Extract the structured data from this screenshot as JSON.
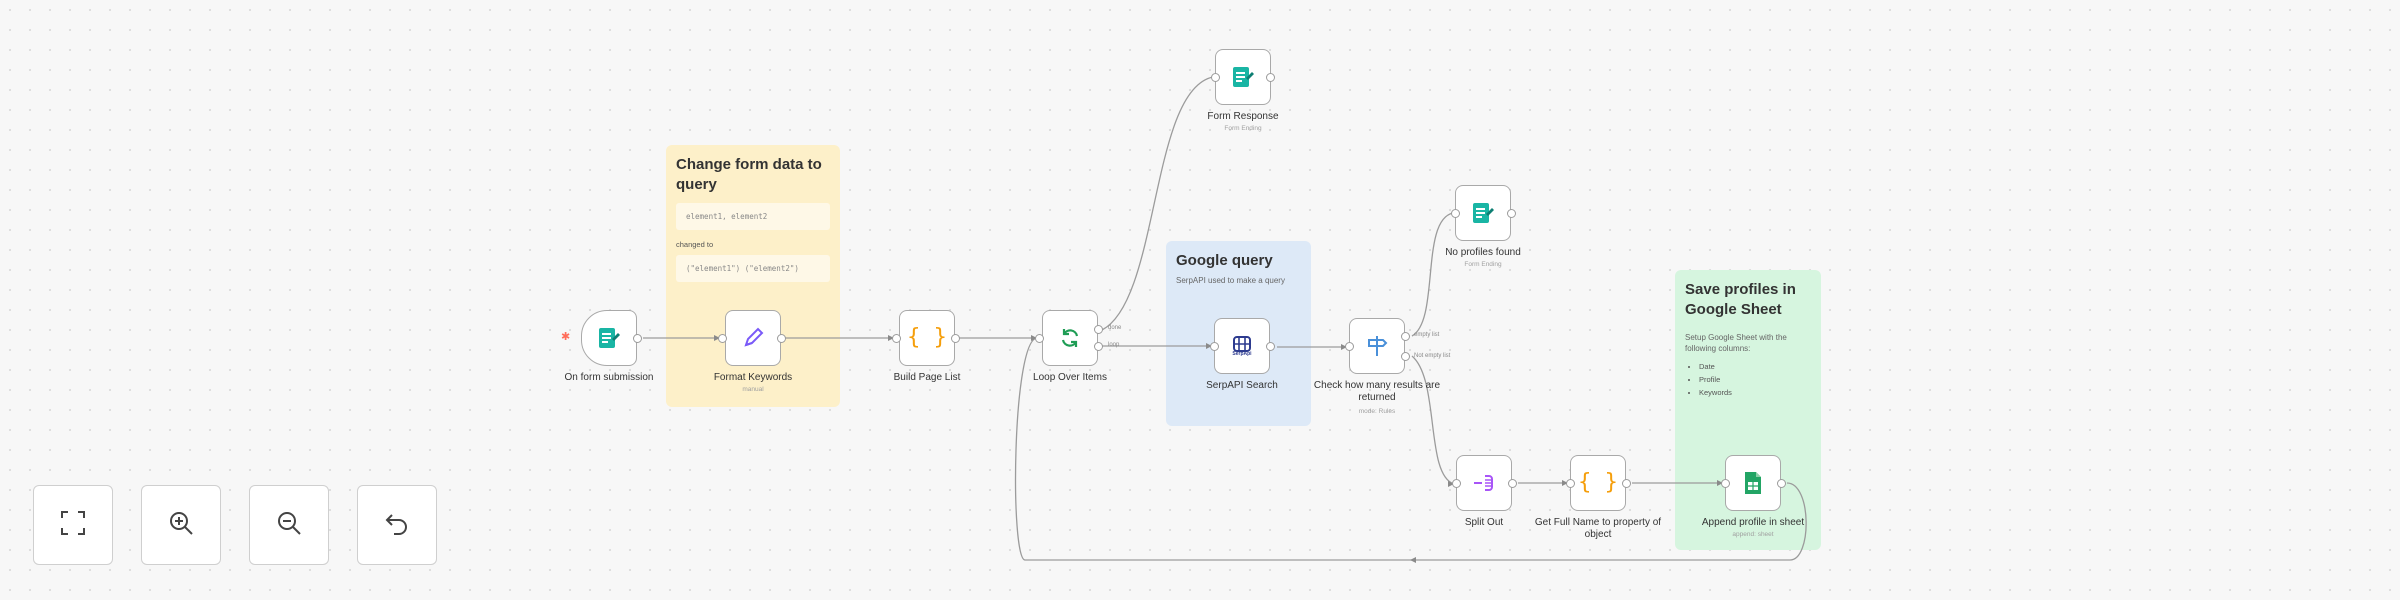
{
  "canvas": {
    "accent": "#ff6d5a",
    "sticky_colors": {
      "yellow": "#fdf0c9",
      "blue": "#dde9f7",
      "green": "#d6f5df"
    }
  },
  "stickies": {
    "change_form": {
      "title": "Change form data to query",
      "code1": "element1, element2",
      "changed_to": "changed to",
      "code2": "(\"element1\") (\"element2\")"
    },
    "google_query": {
      "title": "Google query",
      "subtitle": "SerpAPI used to make a query"
    },
    "save_profiles": {
      "title": "Save profiles in Google Sheet",
      "subtitle": "Setup Google Sheet with the following columns:",
      "columns": [
        "Date",
        "Profile",
        "Keywords"
      ]
    }
  },
  "nodes": {
    "form_trigger": {
      "label": "On form submission",
      "icon": "form-trigger-icon"
    },
    "format_keywords": {
      "label": "Format Keywords",
      "sublabel": "manual",
      "icon": "pencil-icon"
    },
    "build_page_list": {
      "label": "Build Page List",
      "icon": "code-braces-icon"
    },
    "loop_over_items": {
      "label": "Loop Over Items",
      "icon": "loop-icon",
      "out_done": "done",
      "out_loop": "loop"
    },
    "form_response": {
      "label": "Form Response",
      "sublabel": "Form Ending",
      "icon": "form-icon"
    },
    "serpapi_search": {
      "label": "SerpAPI Search",
      "icon": "serpapi-icon",
      "icon_text": "SerpApi"
    },
    "check_profiles": {
      "label": "Check how many results are returned",
      "sublabel": "mode: Rules",
      "icon": "switch-icon",
      "out_empty": "empty list",
      "out_not_empty": "Not empty list"
    },
    "no_profiles": {
      "label": "No profiles found",
      "sublabel": "Form Ending",
      "icon": "form-icon"
    },
    "split_out": {
      "label": "Split Out",
      "icon": "split-out-icon"
    },
    "get_full_name": {
      "label": "Get Full Name to property of object",
      "icon": "code-braces-icon"
    },
    "append_sheet": {
      "label": "Append profile in sheet",
      "sublabel": "append: sheet",
      "icon": "google-sheets-icon"
    }
  },
  "controls": {
    "fit_view": "fit-view-icon",
    "zoom_in": "zoom-in-icon",
    "zoom_out": "zoom-out-icon",
    "undo": "undo-icon"
  }
}
